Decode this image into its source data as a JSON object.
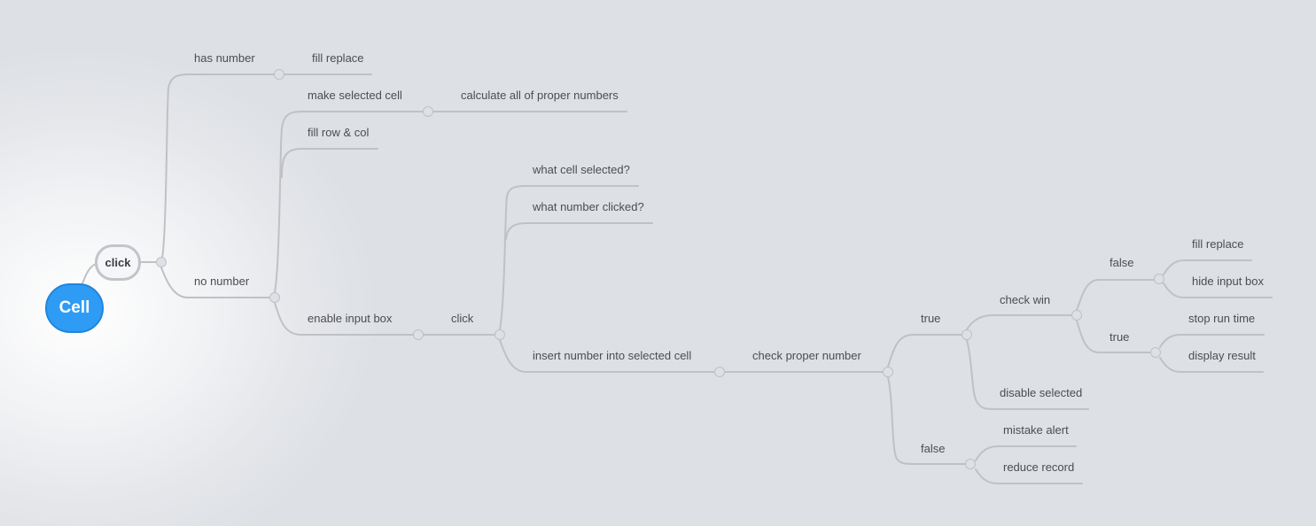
{
  "colors": {
    "root_fill": "#2e9cf5",
    "connector": "#bfc1c4",
    "text": "#4a4d52",
    "background": "#dde0e4"
  },
  "mindmap": {
    "root": {
      "label": "Cell"
    },
    "subtopic": {
      "label": "click"
    },
    "branches": {
      "has_number": {
        "label": "has number",
        "children": {
          "fill_replace": "fill replace"
        }
      },
      "no_number": {
        "label": "no number",
        "children": {
          "make_selected_cell": {
            "label": "make selected cell",
            "children": {
              "calculate": "calculate all of proper numbers"
            }
          },
          "fill_row_col": "fill row & col",
          "enable_input_box": {
            "label": "enable input box",
            "children": {
              "click": {
                "label": "click",
                "children": {
                  "what_cell": "what cell selected?",
                  "what_number": "what number clicked?",
                  "insert_number": {
                    "label": "insert number into selected cell",
                    "children": {
                      "check_proper": {
                        "label": "check proper number",
                        "children": {
                          "true": {
                            "label": "true",
                            "children": {
                              "check_win": {
                                "label": "check win",
                                "children": {
                                  "false": {
                                    "label": "false",
                                    "children": {
                                      "fill_replace": "fill replace",
                                      "hide_input": "hide input box"
                                    }
                                  },
                                  "true": {
                                    "label": "true",
                                    "children": {
                                      "stop_run": "stop run time",
                                      "display_result": "display result"
                                    }
                                  }
                                }
                              },
                              "disable_selected": "disable selected"
                            }
                          },
                          "false": {
                            "label": "false",
                            "children": {
                              "mistake_alert": "mistake alert",
                              "reduce_record": "reduce record"
                            }
                          }
                        }
                      }
                    }
                  }
                }
              }
            }
          }
        }
      }
    }
  }
}
